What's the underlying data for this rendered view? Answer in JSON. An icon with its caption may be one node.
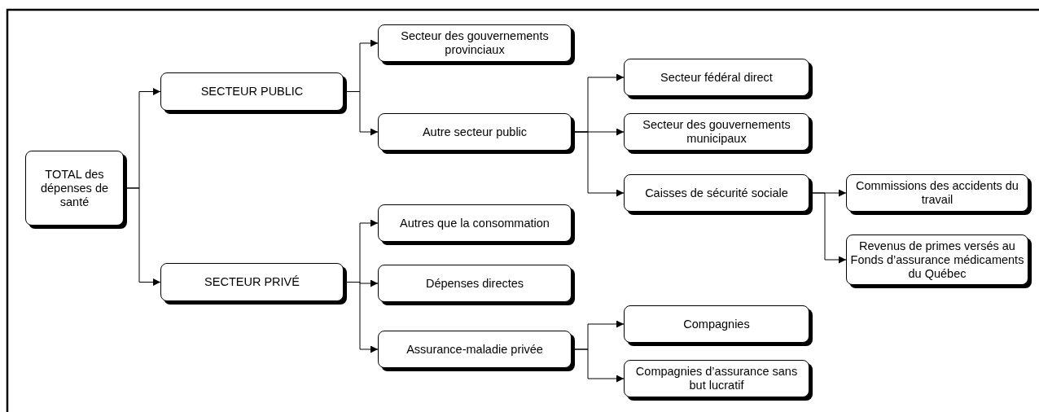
{
  "diagram": {
    "nodes": [
      {
        "text": [
          "TOTAL des dépenses de santé"
        ]
      },
      {
        "text": [
          "SECTEUR PUBLIC"
        ]
      },
      {
        "text": [
          "SECTEUR PRIVÉ"
        ]
      },
      {
        "text": [
          "Secteur des gouvernements provinciaux"
        ]
      },
      {
        "text": [
          "Autre secteur public"
        ]
      },
      {
        "text": [
          "Autres que la consommation"
        ]
      },
      {
        "text": [
          "Dépenses directes"
        ]
      },
      {
        "text": [
          "Assurance-maladie privée"
        ]
      },
      {
        "text": [
          "Secteur fédéral direct"
        ]
      },
      {
        "text": [
          "Secteur des gouvernements municipaux"
        ]
      },
      {
        "text": [
          "Caisses de sécurité sociale"
        ]
      },
      {
        "text": [
          "Commissions des accidents du travail"
        ]
      },
      {
        "text": [
          "Revenus de primes versés au Fonds d’assurance médicaments du Québec"
        ]
      },
      {
        "text": [
          "Compagnies"
        ]
      },
      {
        "text": [
          "Compagnies d’assurance sans but lucratif"
        ]
      }
    ],
    "edges": [
      {
        "from": 0,
        "to": 1,
        "arrow": "to"
      },
      {
        "from": 0,
        "to": 2,
        "arrow": "to"
      },
      {
        "from": 1,
        "to": 3,
        "arrow": "to"
      },
      {
        "from": 1,
        "to": 4,
        "arrow": "to"
      },
      {
        "from": 4,
        "to": 8,
        "arrow": "to"
      },
      {
        "from": 4,
        "to": 9,
        "arrow": "to"
      },
      {
        "from": 4,
        "to": 10,
        "arrow": "to"
      },
      {
        "from": 10,
        "to": 11,
        "arrow": "to"
      },
      {
        "from": 10,
        "to": 12,
        "arrow": "to"
      },
      {
        "from": 2,
        "to": 5,
        "arrow": "to"
      },
      {
        "from": 2,
        "to": 6,
        "arrow": "to"
      },
      {
        "from": 2,
        "to": 7,
        "arrow": "to"
      },
      {
        "from": 7,
        "to": 13,
        "arrow": "to"
      },
      {
        "from": 7,
        "to": 14,
        "arrow": "to"
      }
    ]
  }
}
